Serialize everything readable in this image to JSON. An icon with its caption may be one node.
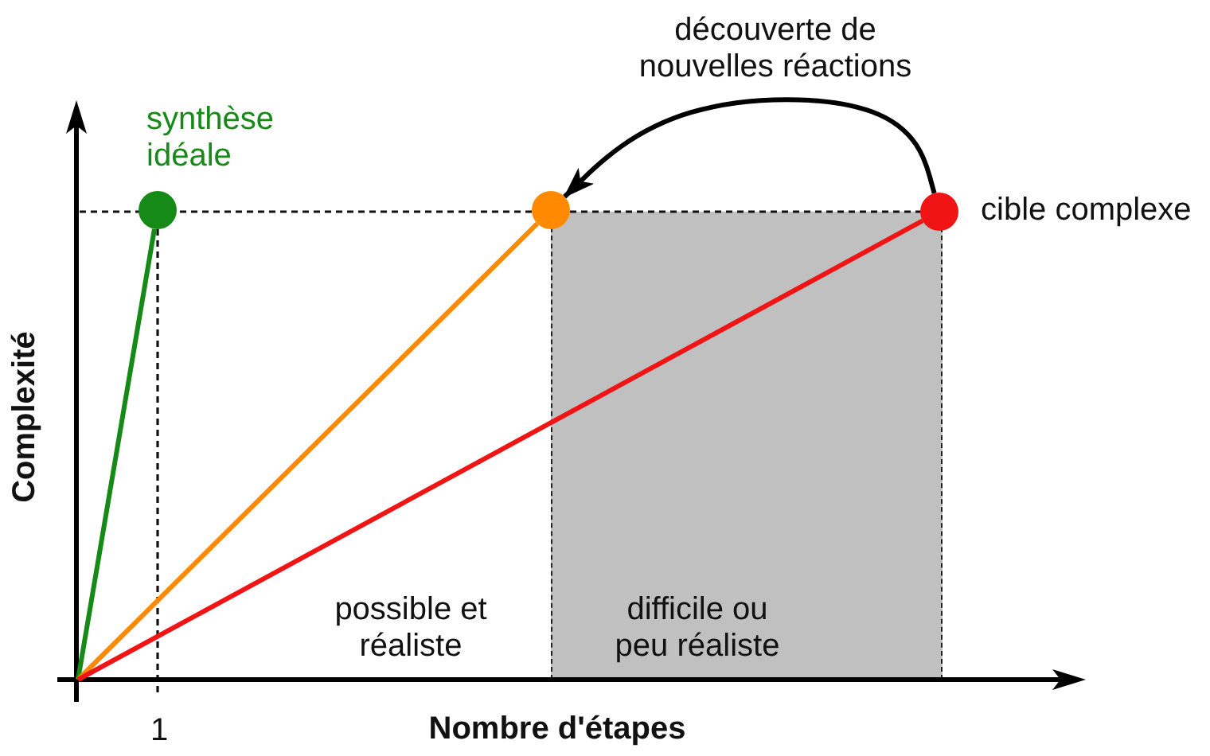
{
  "diagram": {
    "nodes": [
      {
        "text": [],
        "shape": "circle",
        "beside": [
          "synthèse idéale"
        ]
      },
      {
        "text": [],
        "shape": "circle"
      },
      {
        "text": [],
        "shape": "circle",
        "beside": [
          "cible complexe"
        ]
      },
      {
        "text": [
          "difficile ou peu réaliste"
        ]
      }
    ],
    "edges": [
      {
        "from": null,
        "to": 0,
        "arrow": "none",
        "color": "#168a16"
      },
      {
        "from": null,
        "to": 1,
        "arrow": "none",
        "color": "#ff8a00"
      },
      {
        "from": null,
        "to": 2,
        "arrow": "none",
        "color": "#f01414"
      },
      {
        "from": 2,
        "to": 1,
        "arrow": "to",
        "label": "découverte de nouvelles réactions",
        "color": "#000000"
      }
    ],
    "labels": [
      "Complexité",
      "possible et réaliste",
      "1",
      "Nombre d'étapes"
    ]
  }
}
